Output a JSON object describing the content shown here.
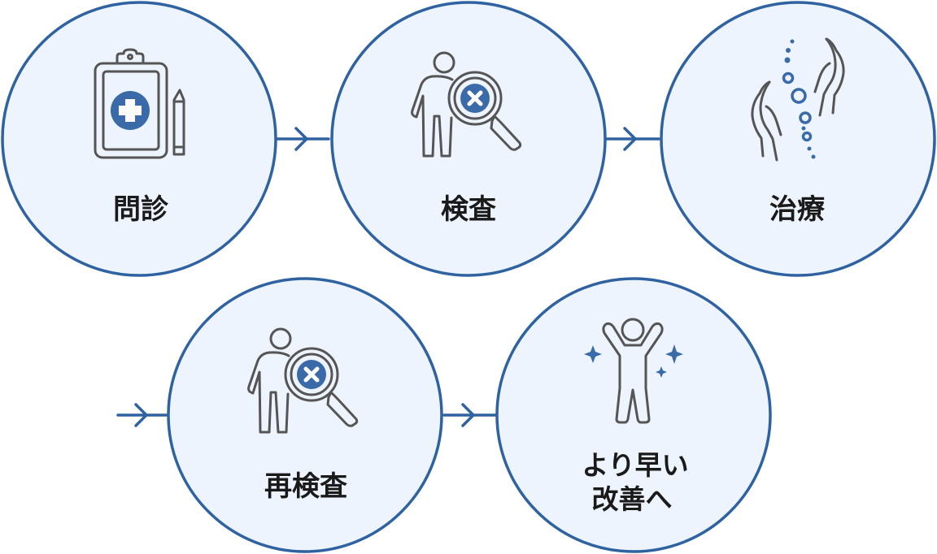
{
  "steps": [
    {
      "label": "問診",
      "icon": "clipboard-medical-cross-icon"
    },
    {
      "label": "検査",
      "icon": "person-magnifier-icon"
    },
    {
      "label": "治療",
      "icon": "hands-spine-icon"
    },
    {
      "label": "再検査",
      "icon": "person-magnifier-icon"
    },
    {
      "label_line1": "より早い",
      "label_line2": "改善へ",
      "icon": "person-cheering-sparkles-icon"
    }
  ],
  "colors": {
    "circle_fill": "#eef4fd",
    "circle_stroke": "#2f62a1",
    "accent": "#3a6aa8",
    "icon_line": "#555555",
    "text": "#1a1a1a"
  }
}
